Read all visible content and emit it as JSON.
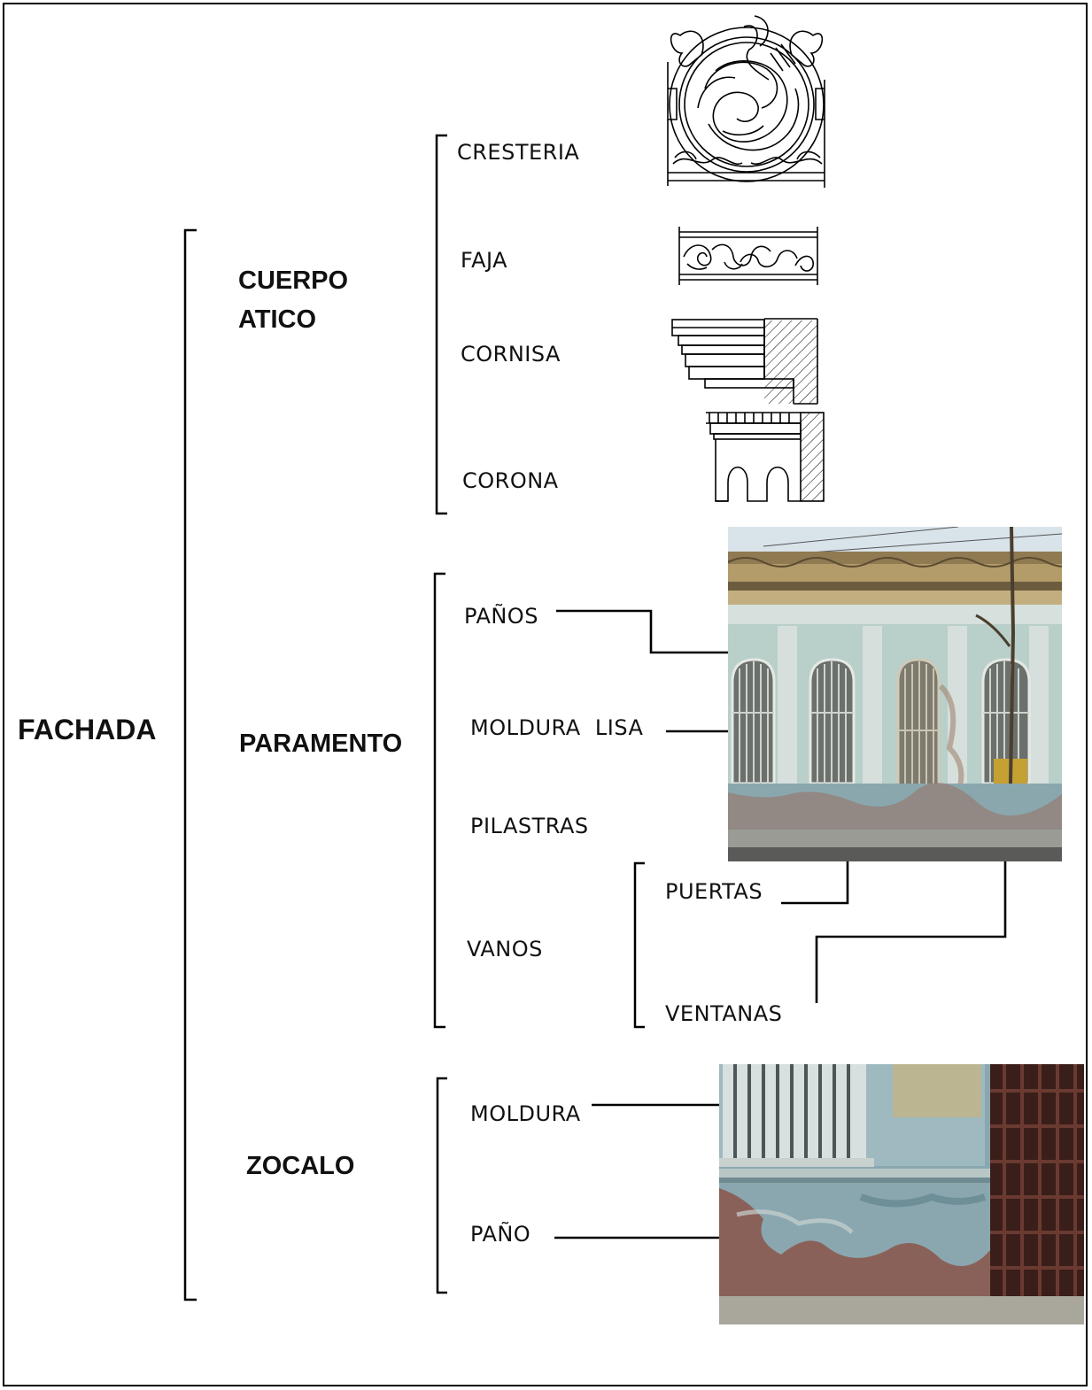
{
  "root": {
    "label": "FACHADA"
  },
  "sections": {
    "cuerpo_atico": {
      "label_line1": "CUERPO",
      "label_line2": "ATICO",
      "items": [
        "CRESTERIA",
        "FAJA",
        "CORNISA",
        "CORONA"
      ]
    },
    "paramento": {
      "label": "PARAMENTO",
      "items": [
        "PAÑOS",
        "MOLDURA  LISA",
        "PILASTRAS",
        "VANOS"
      ],
      "vanos_items": [
        "PUERTAS",
        "VENTANAS"
      ]
    },
    "zocalo": {
      "label": "ZOCALO",
      "items": [
        "MOLDURA",
        "PAÑO"
      ]
    }
  },
  "colors": {
    "wall_light": "#b9cfc9",
    "wall_plinth": "#8aa7ae",
    "rust": "#8b4a3a",
    "cornice": "#b39b6a",
    "sky": "#d9e3ea"
  }
}
